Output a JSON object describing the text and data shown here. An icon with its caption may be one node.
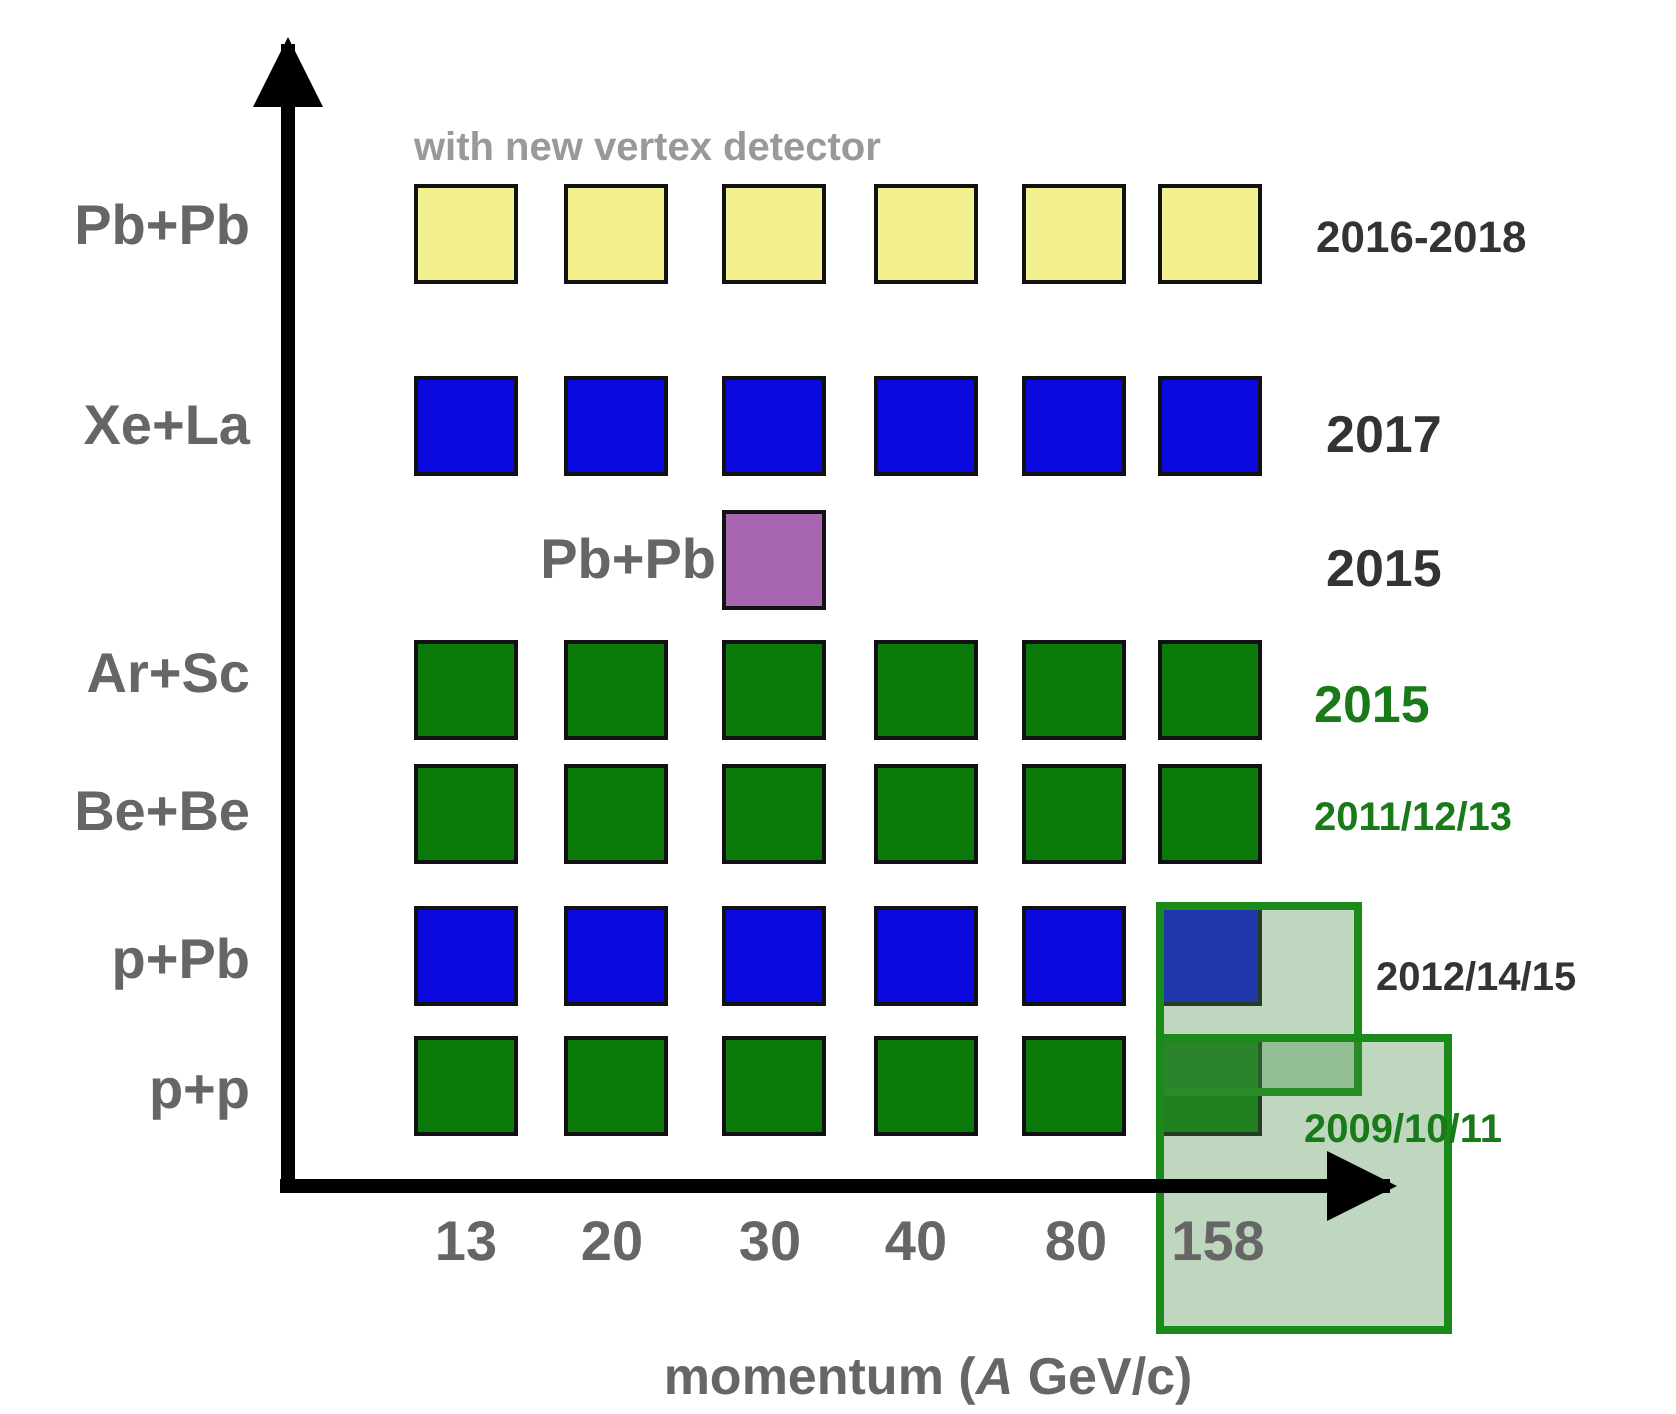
{
  "diagram": {
    "labels": [
      "with new vertex detector",
      "Pb+Pb",
      "2016-2018",
      "Xe+La",
      "2017",
      "Pb+Pb",
      "2015",
      "Ar+Sc",
      "2015",
      "Be+Be",
      "2011/12/13",
      "p+Pb",
      "2012/14/15",
      "p+p",
      "2009/10/11",
      "13",
      "20",
      "30",
      "40",
      "80",
      "158",
      "momentum (*A* GeV/c)"
    ]
  }
}
